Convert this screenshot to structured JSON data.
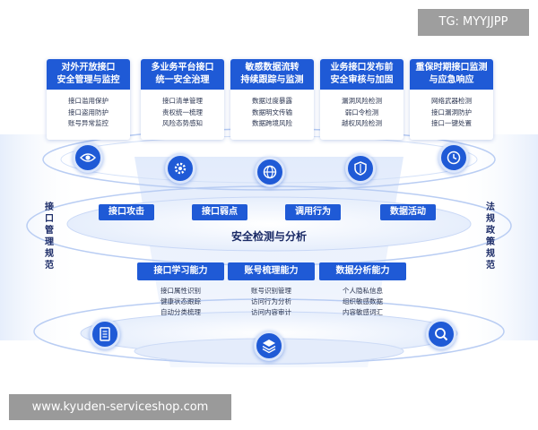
{
  "watermark_top": "TG: MYYJJPP",
  "watermark_bottom": "www.kyuden-serviceshop.com",
  "colors": {
    "accent": "#1f5ad6",
    "ring": "#b9cdf3",
    "text": "#1a2a66"
  },
  "top_cards": [
    {
      "title_lines": [
        "对外开放接口",
        "安全管理与监控"
      ],
      "items": [
        "接口滥用保护",
        "接口盗用防护",
        "账号异常监控"
      ],
      "icon": "eye-icon"
    },
    {
      "title_lines": [
        "多业务平台接口",
        "统一安全治理"
      ],
      "items": [
        "接口清单管理",
        "责权统一梳理",
        "风险态势感知"
      ],
      "icon": "gear-icon"
    },
    {
      "title_lines": [
        "敏感数据流转",
        "持续跟踪与监测"
      ],
      "items": [
        "数据过度暴露",
        "数据明文传输",
        "数据跨境风险"
      ],
      "icon": "globe-icon"
    },
    {
      "title_lines": [
        "业务接口发布前",
        "安全审核与加固"
      ],
      "items": [
        "漏洞风险检测",
        "弱口令检测",
        "越权风险检测"
      ],
      "icon": "shield-icon"
    },
    {
      "title_lines": [
        "重保时期接口监测",
        "与应急响应"
      ],
      "items": [
        "网络武器检测",
        "接口漏洞防护",
        "接口一键处置"
      ],
      "icon": "clock-icon"
    }
  ],
  "middle": {
    "pills": [
      "接口攻击",
      "接口弱点",
      "调用行为",
      "数据活动"
    ],
    "title": "安全检测与分析"
  },
  "side_left": "接口管理规范",
  "side_right": "法规政策规范",
  "capabilities": [
    {
      "title": "接口学习能力",
      "items": [
        "接口属性识别",
        "健康状态跟踪",
        "自动分类梳理"
      ]
    },
    {
      "title": "账号梳理能力",
      "items": [
        "账号识别管理",
        "访问行为分析",
        "访问内容审计"
      ]
    },
    {
      "title": "数据分析能力",
      "items": [
        "个人隐私信息",
        "组织敏感数据",
        "内容敏感词汇"
      ]
    }
  ],
  "bottom_icons": [
    "document-icon",
    "layers-icon",
    "search-icon"
  ]
}
